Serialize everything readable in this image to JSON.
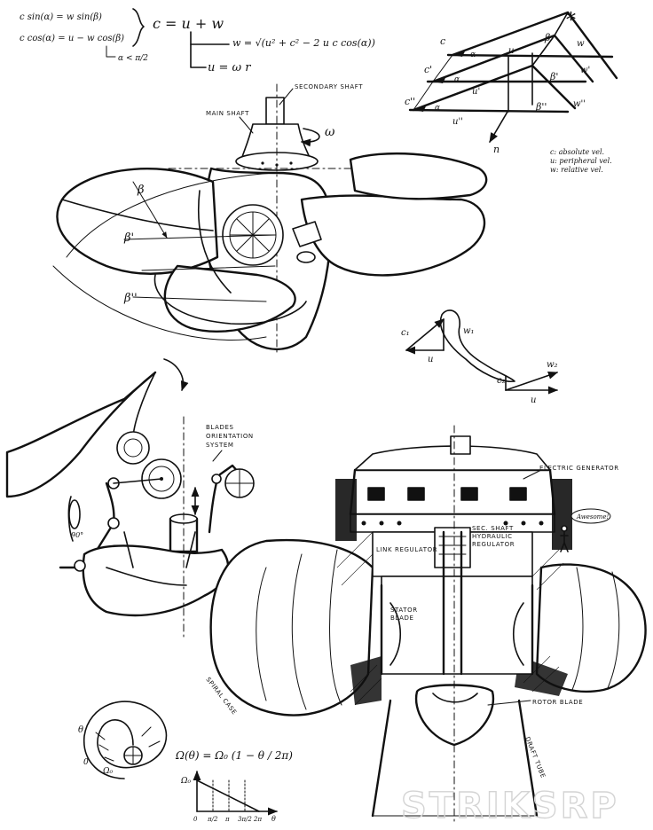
{
  "equations": {
    "sys1": "c sin(α) = w sin(β)",
    "sys2": "c cos(α) = u − w cos(β)",
    "alpha_cond": "α < π/2",
    "vec": "c = u + w",
    "w_eq": "w = √(u² + c² − 2 u c cos(α))",
    "u_eq": "u = ω r",
    "omega_eq": "Ω(θ) = Ω₀ (1 − θ / 2π)"
  },
  "legend": {
    "c": "c: absolute vel.",
    "u": "u: peripheral vel.",
    "w": "w: relative vel."
  },
  "labels": {
    "secondary_shaft": "SECONDARY SHAFT",
    "main_shaft": "MAIN SHAFT",
    "omega": "ω",
    "beta": "β",
    "beta1": "β'",
    "beta2": "β''",
    "blades_orientation_1": "BLADES",
    "blades_orientation_2": "ORIENTATION",
    "blades_orientation_3": "SYSTEM",
    "electric_generator": "ELECTRIC GENERATOR",
    "sec_shaft_1": "SEC. SHAFT",
    "sec_shaft_2": "HYDRAULIC",
    "sec_shaft_3": "REGULATOR",
    "link_regulator": "LINK REGULATOR",
    "stator_1": "STATOR",
    "stator_2": "BLADE",
    "spiral_case": "SPIRAL CASE",
    "rotor_blade": "ROTOR BLADE",
    "draft_tube": "DRAFT TUBE",
    "person_bubble": "Awesome!",
    "angle_90": "90°",
    "star": "*"
  },
  "triangle_labels": {
    "c": "c",
    "u": "u",
    "w": "w",
    "alpha": "α",
    "beta": "β",
    "c1": "c'",
    "w1": "w'",
    "u1": "u'",
    "beta1": "β'",
    "c2": "c''",
    "w2": "w''",
    "u2": "u''",
    "beta2": "β''",
    "n": "n"
  },
  "velocity_labels": {
    "c1": "c₁",
    "w1": "w₁",
    "u1": "u",
    "c2": "c₂",
    "w2": "w₂",
    "u2": "u"
  },
  "mini_plot": {
    "y_label": "Ω₀",
    "x_ticks": [
      "0",
      "π/2",
      "π",
      "3π/2",
      "2π"
    ],
    "x_axis": "θ",
    "spiral_theta": "θ",
    "spiral_zero": "0",
    "spiral_omega": "Ω₀"
  },
  "watermark": "STRIKSRP"
}
